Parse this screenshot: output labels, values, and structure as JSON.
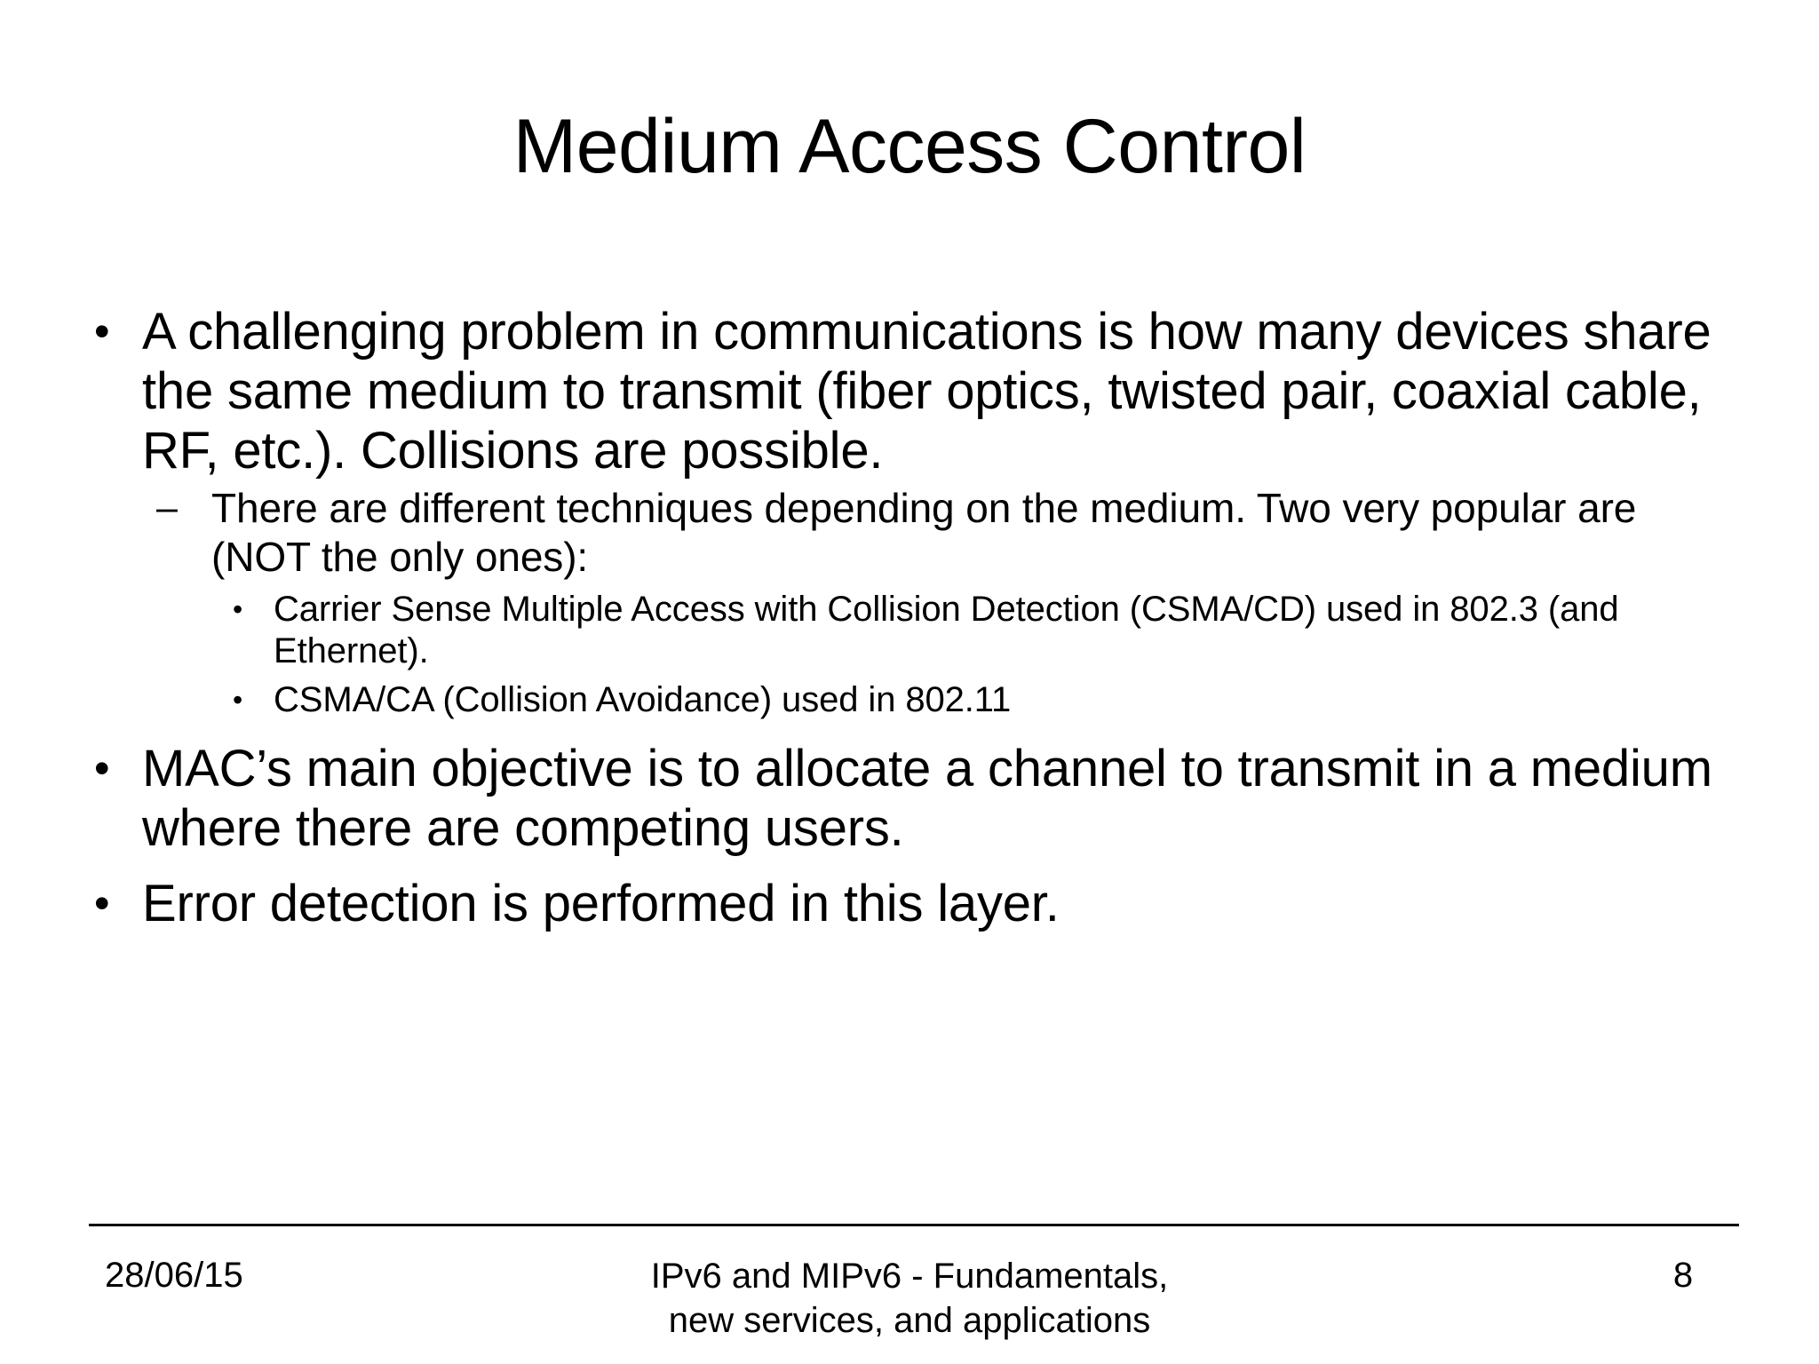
{
  "slide": {
    "title": "Medium Access Control",
    "background_color": "#ffffff",
    "text_color": "#000000"
  },
  "markers": {
    "level1": "•",
    "level2": "–",
    "level3": "•"
  },
  "content": {
    "bullets": [
      {
        "level": 1,
        "text": "A challenging problem in communications is how many devices share the same medium to transmit (fiber optics, twisted pair, coaxial cable, RF, etc.). Collisions are possible."
      },
      {
        "level": 2,
        "text": "There are different techniques depending on the medium. Two very popular are (NOT the only ones):"
      },
      {
        "level": 3,
        "text": "Carrier Sense Multiple Access with Collision Detection (CSMA/CD) used in 802.3 (and Ethernet)."
      },
      {
        "level": 3,
        "text": "CSMA/CA (Collision Avoidance) used in 802.11"
      },
      {
        "level": 1,
        "text": "MAC’s main objective is to allocate a channel to transmit in a medium where there are competing users."
      },
      {
        "level": 1,
        "text": "Error detection is performed in this layer."
      }
    ]
  },
  "footer": {
    "date": "28/06/15",
    "center_line1": "IPv6 and MIPv6 - Fundamentals,",
    "center_line2": "new services, and applications",
    "page_number": "8"
  }
}
